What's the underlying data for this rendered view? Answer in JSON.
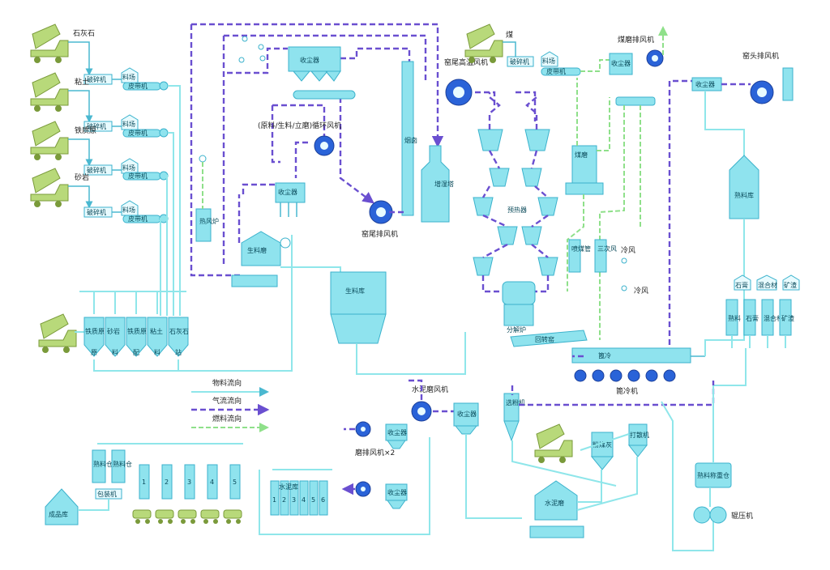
{
  "raw_inputs": [
    {
      "name": "石灰石",
      "crusher": "破碎机",
      "bin": "料场"
    },
    {
      "name": "粘土",
      "crusher": "破碎机",
      "bin": "料场"
    },
    {
      "name": "铁质原",
      "crusher": "破碎机",
      "bin": "料场"
    },
    {
      "name": "砂岩",
      "crusher": "破碎机",
      "bin": "料场"
    }
  ],
  "belt_label": "皮带机",
  "silo_row": [
    {
      "top": "铁质原",
      "bottom": "原"
    },
    {
      "top": "砂岩",
      "bottom": "料"
    },
    {
      "top": "铁质原",
      "bottom": "配"
    },
    {
      "top": "粘土",
      "bottom": "料"
    },
    {
      "top": "石灰石",
      "bottom": "站"
    }
  ],
  "labels": {
    "dust_collector": "收尘器",
    "raw_fan": "(原料/生料/立磨)循环风机",
    "kiln_tail_fan": "窑尾排风机",
    "kiln_tail_hi_fan": "窑尾高温风机",
    "coal_mill_fan": "煤磨排风机",
    "kiln_head_fan": "窑头排风机",
    "coal": "煤",
    "coal_crusher": "破碎机",
    "coal_yard": "料场",
    "coal_belt": "皮带机",
    "coal_mill": "煤磨",
    "preheater": "预热器",
    "calciner": "分解炉",
    "kiln": "回转窑",
    "cooler": "篦冷机",
    "cooler_box": "篦冷",
    "hot_blast": "热风炉",
    "raw_mill": "生料磨",
    "raw_silo": "生料库",
    "tower": "增湿塔",
    "chimney": "烟囱",
    "clinker_silo": "熟料库",
    "cold_air": "冷风",
    "cold_air2": "冷风",
    "coal_burner": "喷煤管",
    "tertiary": "三次风",
    "cement_mill_fan": "水泥磨风机",
    "mill_fans": "磨排风机×2",
    "cement_mill": "水泥磨",
    "separator": "选粉机",
    "fly_ash": "粉煤灰",
    "hammer": "打散机",
    "ingredient_bin": "熟料称重仓",
    "roller_press": "辊压机",
    "finished_store": "成品库",
    "packer": "包装机",
    "storage_a": "熟料仓",
    "storage_b": "熟料仓"
  },
  "additive_inputs": [
    "石膏",
    "混合材",
    "矿渣"
  ],
  "additive_bins": [
    "熟料",
    "石膏",
    "混合材",
    "矿渣"
  ],
  "cement_silos": [
    "1",
    "2",
    "3",
    "4",
    "5"
  ],
  "small_silos": [
    "1",
    "2",
    "3",
    "4",
    "5",
    "6"
  ],
  "small_silo_title": "水泥库",
  "legend": [
    {
      "label": "物料流向",
      "style": "material",
      "color": "#8fe6ea"
    },
    {
      "label": "气流流向",
      "style": "gas",
      "color": "#6a4fd0"
    },
    {
      "label": "燃料流向",
      "style": "fuel",
      "color": "#8fe08a"
    }
  ],
  "colors": {
    "material": "#8fe6ea",
    "gas": "#6a4fd0",
    "fuel": "#8fe08a",
    "equipment": "#8fe3ee",
    "fan": "#2a63d8"
  }
}
